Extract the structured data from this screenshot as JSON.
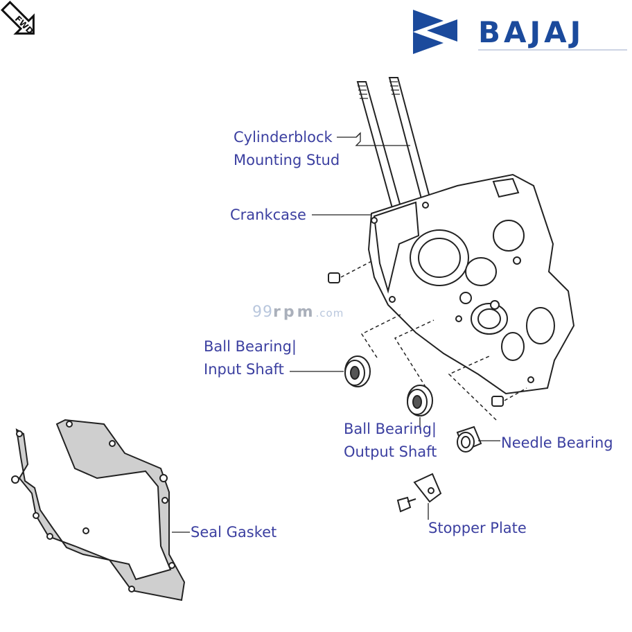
{
  "brand": {
    "name": "BAJAJ",
    "color": "#1b4a9c"
  },
  "fwd_icon": {
    "text": "FWD"
  },
  "watermark": {
    "part_a": "99",
    "part_b": "rpm",
    "part_c": ".com"
  },
  "labels": {
    "cylinderblock": [
      "Cylinderblock",
      "Mounting Stud"
    ],
    "crankcase": "Crankcase",
    "ball_bearing_input": [
      "Ball Bearing|",
      "Input Shaft"
    ],
    "ball_bearing_output": [
      "Ball Bearing|",
      "Output Shaft"
    ],
    "needle_bearing": "Needle Bearing",
    "stopper_plate": "Stopper Plate",
    "seal_gasket": "Seal Gasket"
  },
  "colors": {
    "label": "#3b3fa0",
    "line": "#222222",
    "gasket_fill": "#cfcfcf"
  }
}
